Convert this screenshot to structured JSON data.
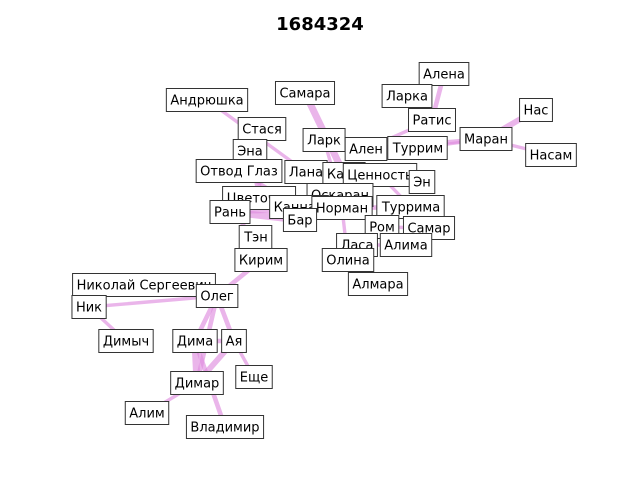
{
  "title": "1684324",
  "colors": {
    "edge": "#e08ee0",
    "node_border": "#333333",
    "node_fill": "#ffffff"
  },
  "nodes": [
    {
      "id": "alena",
      "label": "Алена"
    },
    {
      "id": "samara",
      "label": "Самара"
    },
    {
      "id": "larka",
      "label": "Ларка"
    },
    {
      "id": "andryushka",
      "label": "Андрюшка"
    },
    {
      "id": "nas",
      "label": "Нас"
    },
    {
      "id": "ratis",
      "label": "Ратис"
    },
    {
      "id": "stasya",
      "label": "Стася"
    },
    {
      "id": "lark",
      "label": "Ларк"
    },
    {
      "id": "maran",
      "label": "Маран"
    },
    {
      "id": "alen",
      "label": "Ален"
    },
    {
      "id": "turrim",
      "label": "Туррим"
    },
    {
      "id": "ena",
      "label": "Эна"
    },
    {
      "id": "nasam",
      "label": "Насам"
    },
    {
      "id": "otvod",
      "label": "Отвод Глаз"
    },
    {
      "id": "lana",
      "label": "Лана"
    },
    {
      "id": "kann",
      "label": "Канн"
    },
    {
      "id": "cennost",
      "label": "Ценность"
    },
    {
      "id": "en",
      "label": "Эн"
    },
    {
      "id": "oskaran",
      "label": "Оскаран"
    },
    {
      "id": "tsvetochek",
      "label": "Цветочек"
    },
    {
      "id": "kannan",
      "label": "Каннан"
    },
    {
      "id": "norman",
      "label": "Норман"
    },
    {
      "id": "turrima",
      "label": "Туррима"
    },
    {
      "id": "ran",
      "label": "Рань"
    },
    {
      "id": "bar",
      "label": "Бар"
    },
    {
      "id": "rom",
      "label": "Ром"
    },
    {
      "id": "samar",
      "label": "Самар"
    },
    {
      "id": "ten",
      "label": "Тэн"
    },
    {
      "id": "lasa",
      "label": "Ласа"
    },
    {
      "id": "alima",
      "label": "Алима"
    },
    {
      "id": "kirim",
      "label": "Кирим"
    },
    {
      "id": "olina",
      "label": "Олина"
    },
    {
      "id": "almara",
      "label": "Алмара"
    },
    {
      "id": "nikolai",
      "label": "Николай Сергеевич"
    },
    {
      "id": "oleg",
      "label": "Олег"
    },
    {
      "id": "nik",
      "label": "Ник"
    },
    {
      "id": "dimych",
      "label": "Димыч"
    },
    {
      "id": "dima",
      "label": "Дима"
    },
    {
      "id": "aya",
      "label": "Ая"
    },
    {
      "id": "eshche",
      "label": "Еще"
    },
    {
      "id": "dimar",
      "label": "Димар"
    },
    {
      "id": "alim",
      "label": "Алим"
    },
    {
      "id": "vladimir",
      "label": "Владимир"
    }
  ],
  "edges": [
    {
      "source": "samara",
      "target": "kann",
      "weight": 5
    },
    {
      "source": "andryushka",
      "target": "lana",
      "weight": 2
    },
    {
      "source": "stasya",
      "target": "tsvetochek",
      "weight": 2
    },
    {
      "source": "ena",
      "target": "tsvetochek",
      "weight": 2
    },
    {
      "source": "otvod",
      "target": "kannan",
      "weight": 2
    },
    {
      "source": "lark",
      "target": "oskaran",
      "weight": 2
    },
    {
      "source": "lark",
      "target": "alen",
      "weight": 2
    },
    {
      "source": "alen",
      "target": "maran",
      "weight": 3
    },
    {
      "source": "maran",
      "target": "nas",
      "weight": 4
    },
    {
      "source": "maran",
      "target": "nasam",
      "weight": 2
    },
    {
      "source": "turrim",
      "target": "maran",
      "weight": 2
    },
    {
      "source": "alena",
      "target": "ratis",
      "weight": 3
    },
    {
      "source": "larka",
      "target": "ratis",
      "weight": 2
    },
    {
      "source": "ratis",
      "target": "alen",
      "weight": 2
    },
    {
      "source": "tsvetochek",
      "target": "kannan",
      "weight": 4
    },
    {
      "source": "ran",
      "target": "bar",
      "weight": 5
    },
    {
      "source": "ran",
      "target": "norman",
      "weight": 3
    },
    {
      "source": "kannan",
      "target": "norman",
      "weight": 2
    },
    {
      "source": "norman",
      "target": "turrima",
      "weight": 3
    },
    {
      "source": "oskaran",
      "target": "rom",
      "weight": 2
    },
    {
      "source": "en",
      "target": "kann",
      "weight": 2
    },
    {
      "source": "cennost",
      "target": "turrima",
      "weight": 2
    },
    {
      "source": "rom",
      "target": "samar",
      "weight": 2
    },
    {
      "source": "rom",
      "target": "lasa",
      "weight": 2
    },
    {
      "source": "lasa",
      "target": "alima",
      "weight": 2
    },
    {
      "source": "olina",
      "target": "norman",
      "weight": 2
    },
    {
      "source": "almara",
      "target": "lasa",
      "weight": 2
    },
    {
      "source": "ten",
      "target": "kirim",
      "weight": 2
    },
    {
      "source": "ten",
      "target": "ran",
      "weight": 2
    },
    {
      "source": "kirim",
      "target": "oleg",
      "weight": 3
    },
    {
      "source": "nikolai",
      "target": "oleg",
      "weight": 2
    },
    {
      "source": "nik",
      "target": "dimych",
      "weight": 2
    },
    {
      "source": "nik",
      "target": "oleg",
      "weight": 2
    },
    {
      "source": "oleg",
      "target": "dima",
      "weight": 3
    },
    {
      "source": "oleg",
      "target": "aya",
      "weight": 3
    },
    {
      "source": "dima",
      "target": "aya",
      "weight": 3
    },
    {
      "source": "dima",
      "target": "dimar",
      "weight": 5
    },
    {
      "source": "aya",
      "target": "dimar",
      "weight": 4
    },
    {
      "source": "dima",
      "target": "vladimir",
      "weight": 3
    },
    {
      "source": "dimar",
      "target": "alim",
      "weight": 2
    },
    {
      "source": "aya",
      "target": "eshche",
      "weight": 2
    },
    {
      "source": "oleg",
      "target": "dimar",
      "weight": 3
    }
  ]
}
